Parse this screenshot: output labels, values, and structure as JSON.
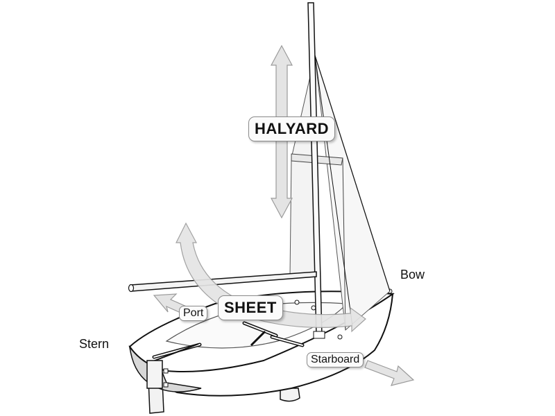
{
  "labels": {
    "halyard": "HALYARD",
    "sheet": "SHEET",
    "port": "Port",
    "starboard": "Starboard",
    "bow": "Bow",
    "stern": "Stern"
  },
  "colors": {
    "outline": "#111111",
    "arrow_fill": "#e4e4e4",
    "arrow_stroke": "#9a9a9a",
    "hull_shade": "#dcdcdc",
    "sail_shade": "#f4f4f4"
  }
}
